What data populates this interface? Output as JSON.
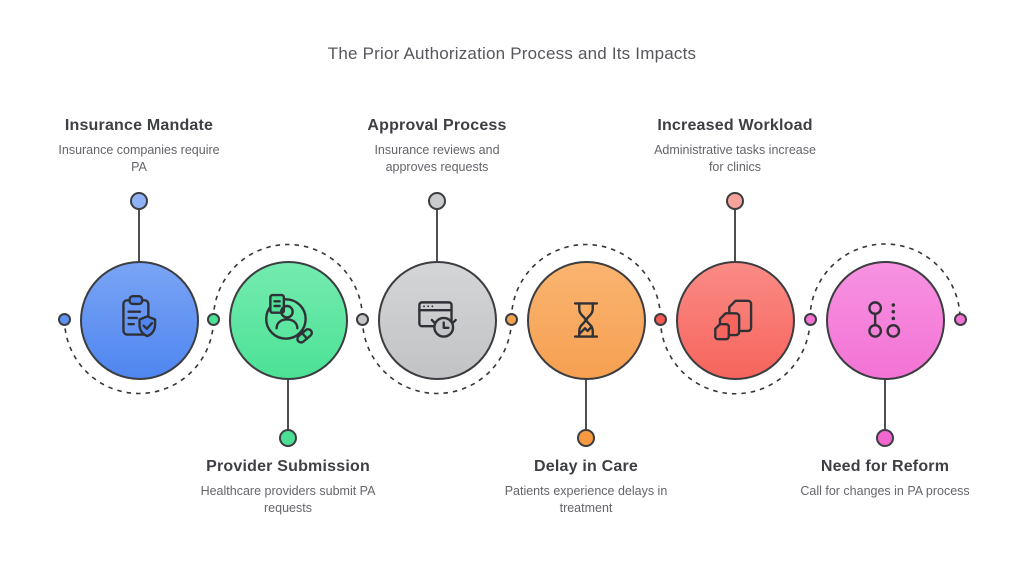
{
  "title": "The Prior Authorization Process and Its Impacts",
  "stages": [
    {
      "title": "Insurance Mandate",
      "description": "Insurance companies require\nPA",
      "label_position": "top",
      "icon": "clipboard-shield-check-icon",
      "color_main": "#4f86f0",
      "color_top": "#7aa4f5",
      "label_dot_color": "#8fb2f7"
    },
    {
      "title": "Provider Submission",
      "description": "Healthcare providers submit PA\nrequests",
      "label_position": "bottom",
      "icon": "provider-document-pill-icon",
      "color_main": "#4ce296",
      "color_top": "#74ebaf",
      "label_dot_color": "#4cdf93"
    },
    {
      "title": "Approval Process",
      "description": "Insurance reviews and\napproves requests",
      "label_position": "top",
      "icon": "browser-clock-icon",
      "color_main": "#c2c3c5",
      "color_top": "#d4d5d7",
      "label_dot_color": "#c9cacb"
    },
    {
      "title": "Delay in Care",
      "description": "Patients experience delays in\ntreatment",
      "label_position": "bottom",
      "icon": "hourglass-icon",
      "color_main": "#f6a052",
      "color_top": "#fab470",
      "label_dot_color": "#f69a42"
    },
    {
      "title": "Increased Workload",
      "description": "Administrative tasks increase\nfor clinics",
      "label_position": "top",
      "icon": "stacked-documents-icon",
      "color_main": "#f6655d",
      "color_top": "#fa8b85",
      "label_dot_color": "#f9a39d"
    },
    {
      "title": "Need for Reform",
      "description": "Call for changes in PA process",
      "label_position": "bottom",
      "icon": "reform-path-icon",
      "color_main": "#f373d5",
      "color_top": "#f792e1",
      "label_dot_color": "#f167cf"
    }
  ],
  "connector_dots": [
    "#5e93f3",
    "#4ce296",
    "#c4c5c7",
    "#f6a052",
    "#f55a52",
    "#f373d5",
    "#f373d5"
  ]
}
